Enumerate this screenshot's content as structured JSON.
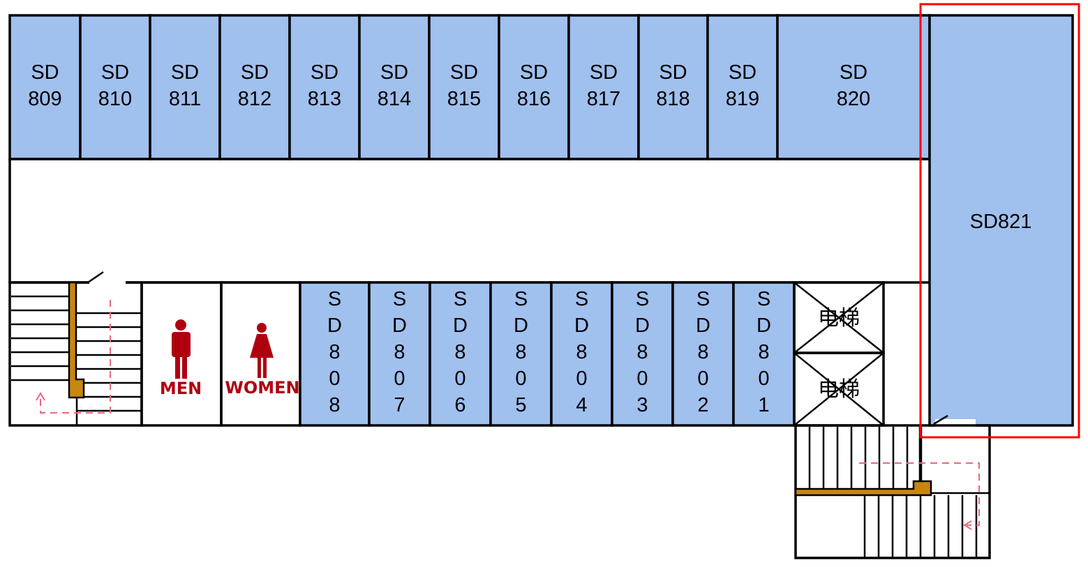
{
  "top_rooms": [
    "SD809",
    "SD810",
    "SD811",
    "SD812",
    "SD813",
    "SD814",
    "SD815",
    "SD816",
    "SD817",
    "SD818",
    "SD819",
    "SD820"
  ],
  "big_room": "SD821",
  "bottom_rooms": [
    "SD808",
    "SD807",
    "SD806",
    "SD805",
    "SD804",
    "SD803",
    "SD802",
    "SD801"
  ],
  "restrooms": {
    "men": "MEN",
    "women": "WOMEN"
  },
  "elevators": [
    "电梯",
    "电梯"
  ],
  "colors": {
    "room": "#a0c0ee",
    "highlight": "#ff0000",
    "restroom": "#b00010",
    "rail": "#c9860f",
    "path": "#e8697e"
  }
}
